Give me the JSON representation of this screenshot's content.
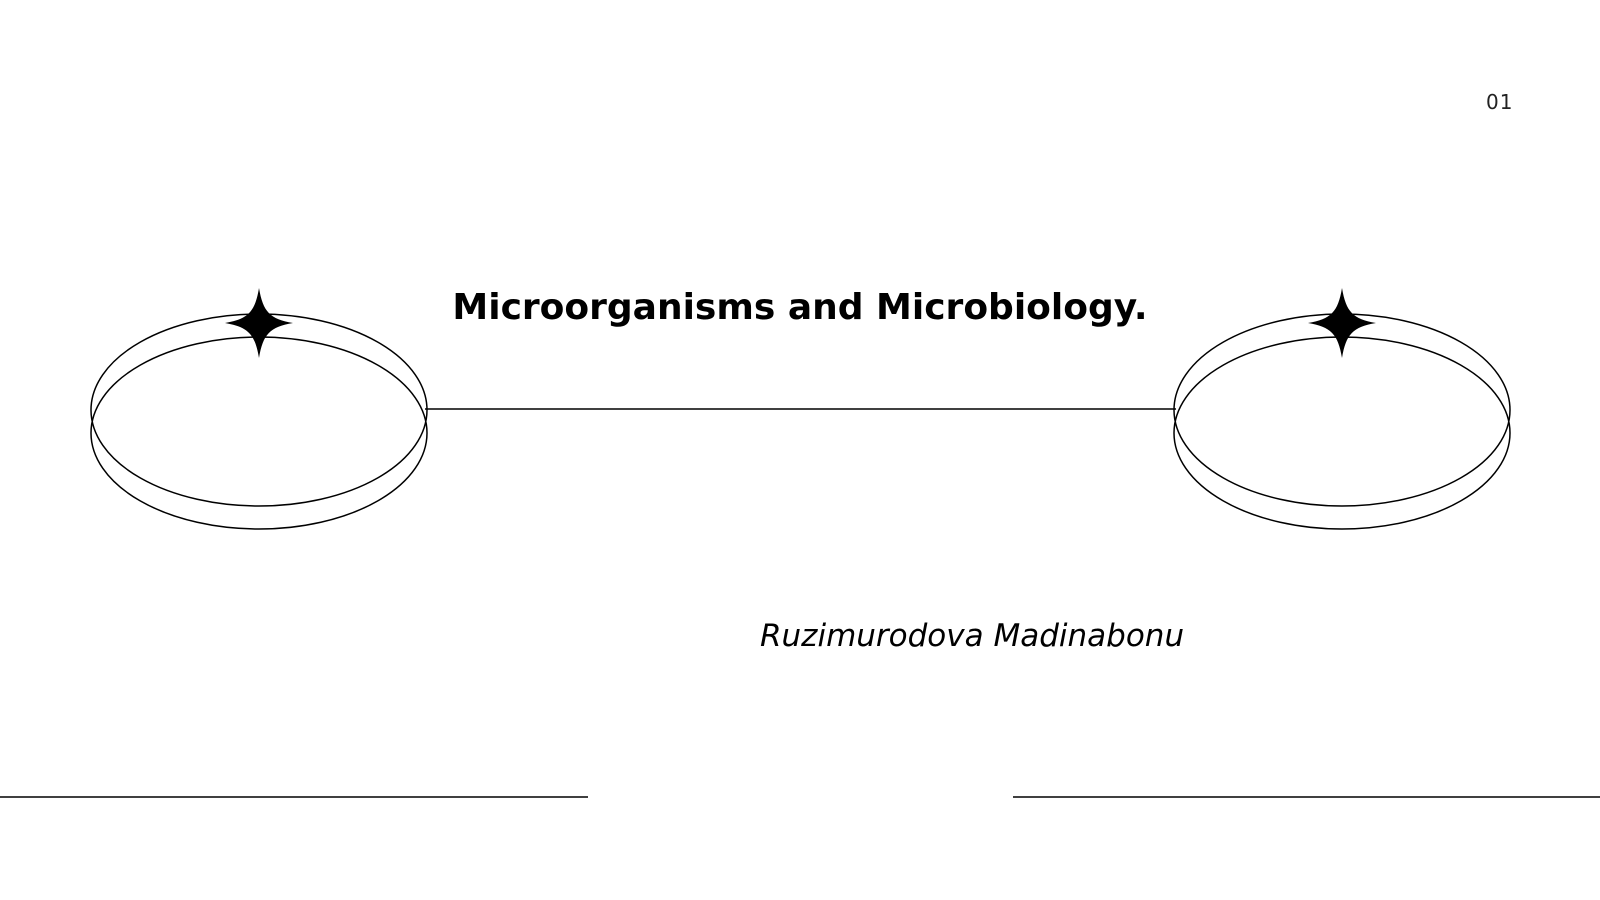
{
  "slide": {
    "page_number": "01",
    "title": "Microorganisms and Microbiology.",
    "author": "Ruzimurodova Madinabonu"
  },
  "colors": {
    "background": "#ffffff",
    "ink": "#000000"
  },
  "decorations": {
    "left_ring": "petri-dish-ring-icon",
    "right_ring": "petri-dish-ring-icon",
    "sparkle": "four-point-star-icon"
  }
}
